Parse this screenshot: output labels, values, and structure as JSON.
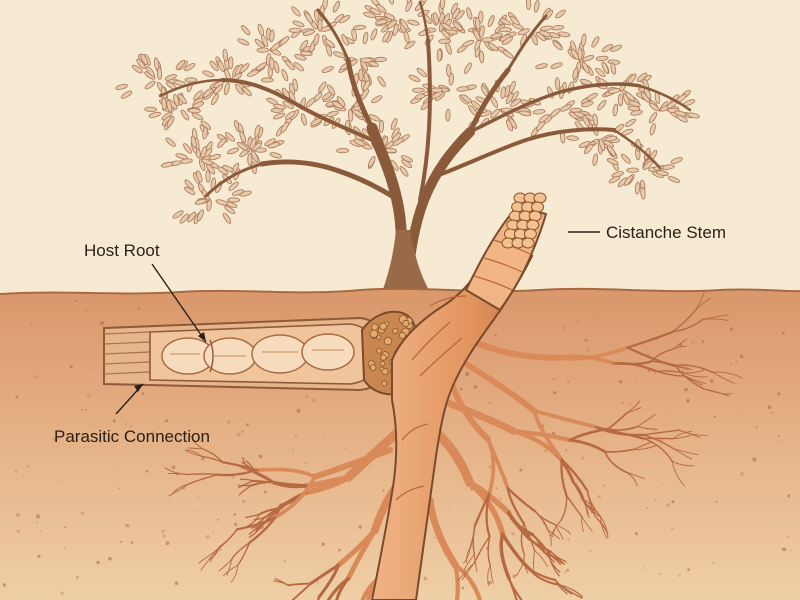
{
  "labels": {
    "host_root": "Host Root",
    "parasitic_connection": "Parasitic Connection",
    "cistanche_stem": "Cistanche Stem"
  },
  "colors": {
    "sky": "#f7ead3",
    "soil_top": "#d79a6b",
    "soil_deep": "#e7bf94",
    "trunk": "#9a6a48",
    "foliage": "#cfa27c",
    "cistanche": "#e59a6a",
    "cistanche_dark": "#b6663f",
    "host_root": "#f1c9a0",
    "outline": "#6b4028"
  }
}
